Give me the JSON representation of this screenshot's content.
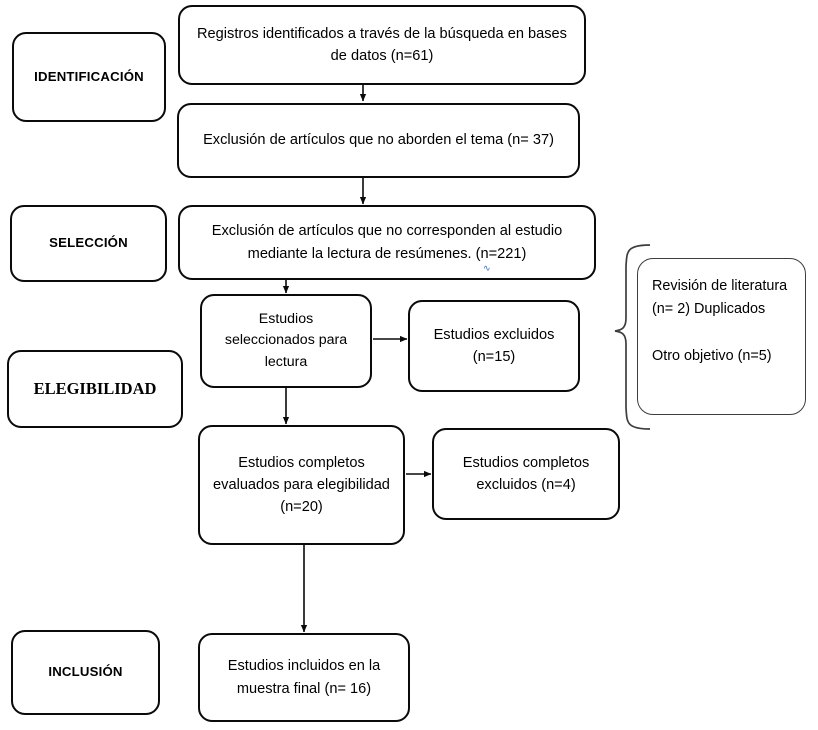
{
  "diagram": {
    "title": "Diagrama de flujo PRISMA de seleccion de estudios",
    "language": "es",
    "line_color": "#0a0a0a",
    "background": "#ffffff",
    "accent_marker_color": "#2f66c6"
  },
  "stages": [
    {
      "id": "identificacion",
      "label": "IDENTIFICACIÓN",
      "font": "sans-bold"
    },
    {
      "id": "seleccion",
      "label": "SELECCIÓN",
      "font": "sans-bold"
    },
    {
      "id": "elegibilidad",
      "label": "ELEGIBILIDAD",
      "font": "serif-bold"
    },
    {
      "id": "inclusion",
      "label": "INCLUSIÓN",
      "font": "sans-bold"
    }
  ],
  "nodes": {
    "registros_identificados": {
      "text": "Registros identificados a través de la búsqueda en bases de datos (n=61)",
      "n": 61
    },
    "exclusion_no_abordan": {
      "text": "Exclusión de artículos que no aborden el tema (n= 37)",
      "n": 37
    },
    "exclusion_no_corresponden": {
      "text": "Exclusión de artículos que no corresponden al estudio mediante la lectura de resúmenes. (n=221)",
      "n": 221
    },
    "estudios_seleccionados": {
      "text": "Estudios seleccionados para lectura"
    },
    "estudios_excluidos": {
      "text": "Estudios excluidos (n=15)",
      "n": 15
    },
    "estudios_completos_evaluados": {
      "text": "Estudios completos evaluados para elegibilidad (n=20)",
      "n": 20
    },
    "estudios_completos_excluidos": {
      "text": "Estudios completos excluidos  (n=4)",
      "n": 4
    },
    "razones_exclusion": {
      "text": "Revisión de literatura (n= 2) Duplicados\n\nOtro objetivo (n=5)",
      "reasons": [
        {
          "label": "Revisión de literatura",
          "n": 2
        },
        {
          "label": "Duplicados",
          "n": null
        },
        {
          "label": "Otro objetivo",
          "n": 5
        }
      ]
    },
    "estudios_incluidos": {
      "text": "Estudios incluidos en la muestra final (n= 16)",
      "n": 16
    }
  },
  "connectors": [
    {
      "id": "c1",
      "from": "registros_identificados",
      "to": "exclusion_no_abordan",
      "type": "arrow-down"
    },
    {
      "id": "c2",
      "from": "exclusion_no_abordan",
      "to": "exclusion_no_corresponden",
      "type": "arrow-down"
    },
    {
      "id": "c3",
      "from": "exclusion_no_corresponden",
      "to": "estudios_seleccionados",
      "type": "arrow-down"
    },
    {
      "id": "c4",
      "from": "estudios_seleccionados",
      "to": "estudios_excluidos",
      "type": "arrow-right"
    },
    {
      "id": "c5",
      "from": "estudios_seleccionados",
      "to": "estudios_completos_evaluados",
      "type": "arrow-down"
    },
    {
      "id": "c6",
      "from": "estudios_completos_evaluados",
      "to": "estudios_completos_excluidos",
      "type": "arrow-right"
    },
    {
      "id": "c7",
      "from": "estudios_completos_evaluados",
      "to": "estudios_incluidos",
      "type": "arrow-down"
    },
    {
      "id": "c8",
      "from": "exclusions-group",
      "to": "razones_exclusion",
      "type": "curly-brace"
    }
  ]
}
